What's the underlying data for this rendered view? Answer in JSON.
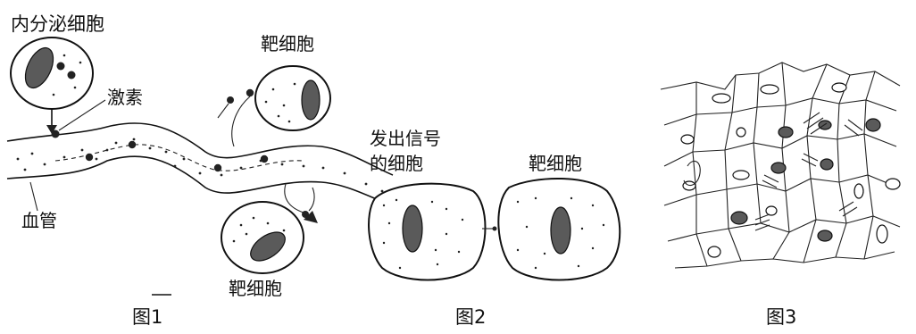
{
  "figure1": {
    "endocrine_cell_label": "内分泌细胞",
    "hormone_label": "激素",
    "target_cell_top_label": "靶细胞",
    "vessel_label": "血管",
    "target_cell_bottom_label": "靶细胞",
    "caption": "图1"
  },
  "figure2": {
    "signal_cell_label_line1": "发出信号",
    "signal_cell_label_line2": "的细胞",
    "target_cell_label": "靶细胞",
    "caption": "图2"
  },
  "figure3": {
    "caption": "图3"
  }
}
